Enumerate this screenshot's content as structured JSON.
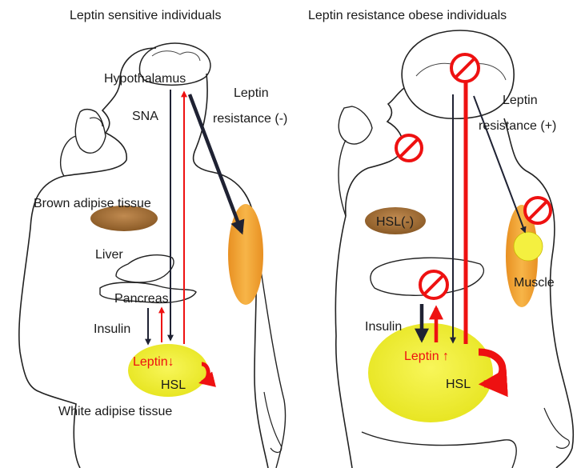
{
  "left_panel": {
    "title": "Leptin sensitive individuals",
    "labels": {
      "hypothalamus": "Hypothalamus",
      "sna": "SNA",
      "leptin_resistance_line1": "Leptin",
      "leptin_resistance_line2": "resistance (-)",
      "brown_adipose": "Brown adipise tissue",
      "liver": "Liver",
      "pancreas": "Pancreas",
      "insulin": "Insulin",
      "leptin": "Leptin↓",
      "hsl": "HSL",
      "white_adipose": "White adipise tissue"
    }
  },
  "right_panel": {
    "title": "Leptin resistance obese individuals",
    "labels": {
      "leptin_resistance_line1": "Leptin",
      "leptin_resistance_line2": "resistance (+)",
      "hsl_neg": "HSL(-)",
      "muscle": "Muscle",
      "insulin": "Insulin",
      "leptin": "Leptin ↑",
      "hsl": "HSL"
    }
  },
  "colors": {
    "outline": "#222222",
    "dark_arrow": "#1f2233",
    "red_arrow": "#ee1111",
    "brown_fat": "#a0703a",
    "white_fat": "#f0ef2a",
    "muscle_fat": "#f0a030",
    "prohibit": "#ee1111"
  }
}
